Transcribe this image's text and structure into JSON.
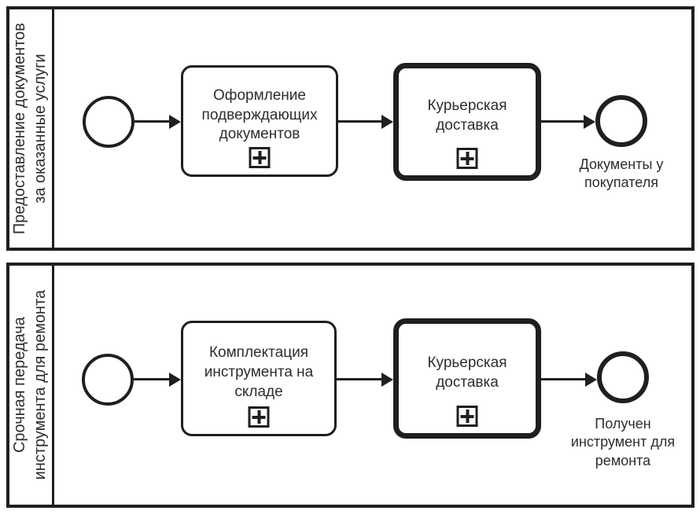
{
  "diagram": {
    "kind": "BPMN collaboration diagram",
    "colors": {
      "background": "#ffffff",
      "line": "#1f1f1f",
      "text": "#2d2d2d"
    },
    "icons": {
      "subprocess_marker": "plus-icon",
      "flow_arrow": "arrowhead-icon"
    },
    "pools": [
      {
        "label_line1": "Предоставление документов",
        "label_line2": "за оказанные услуги",
        "task_label": "Оформление подверждающих документов",
        "call_activity_label": "Курьерская доставка",
        "end_event_label": "Документы у покупателя"
      },
      {
        "label_line1": "Срочная передача",
        "label_line2": "инструмента для ремонта",
        "task_label": "Комплектация инструмента на складе",
        "call_activity_label": "Курьерская доставка",
        "end_event_label": "Получен инструмент для ремонта"
      }
    ]
  }
}
